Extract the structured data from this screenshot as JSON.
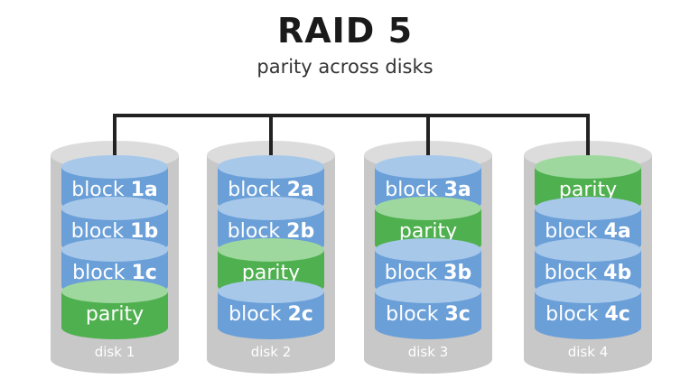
{
  "title": "RAID 5",
  "subtitle": "parity across disks",
  "colors": {
    "bus": "#222222",
    "disk_body": "#c8c8c8",
    "disk_top": "#dcdcdc",
    "block_blue": "#6a9fd8",
    "block_blue_top": "#a8c8ea",
    "block_green": "#4fb04f",
    "block_green_top": "#9fd89f",
    "text": "#ffffff"
  },
  "disks": [
    {
      "label": "disk 1",
      "blocks": [
        {
          "kind": "data",
          "prefix": "block ",
          "id": "1a"
        },
        {
          "kind": "data",
          "prefix": "block ",
          "id": "1b"
        },
        {
          "kind": "data",
          "prefix": "block ",
          "id": "1c"
        },
        {
          "kind": "parity",
          "prefix": "parity",
          "id": ""
        }
      ]
    },
    {
      "label": "disk 2",
      "blocks": [
        {
          "kind": "data",
          "prefix": "block ",
          "id": "2a"
        },
        {
          "kind": "data",
          "prefix": "block ",
          "id": "2b"
        },
        {
          "kind": "parity",
          "prefix": "parity",
          "id": ""
        },
        {
          "kind": "data",
          "prefix": "block ",
          "id": "2c"
        }
      ]
    },
    {
      "label": "disk 3",
      "blocks": [
        {
          "kind": "data",
          "prefix": "block ",
          "id": "3a"
        },
        {
          "kind": "parity",
          "prefix": "parity",
          "id": ""
        },
        {
          "kind": "data",
          "prefix": "block ",
          "id": "3b"
        },
        {
          "kind": "data",
          "prefix": "block ",
          "id": "3c"
        }
      ]
    },
    {
      "label": "disk 4",
      "blocks": [
        {
          "kind": "parity",
          "prefix": "parity",
          "id": ""
        },
        {
          "kind": "data",
          "prefix": "block ",
          "id": "4a"
        },
        {
          "kind": "data",
          "prefix": "block ",
          "id": "4b"
        },
        {
          "kind": "data",
          "prefix": "block ",
          "id": "4c"
        }
      ]
    }
  ]
}
